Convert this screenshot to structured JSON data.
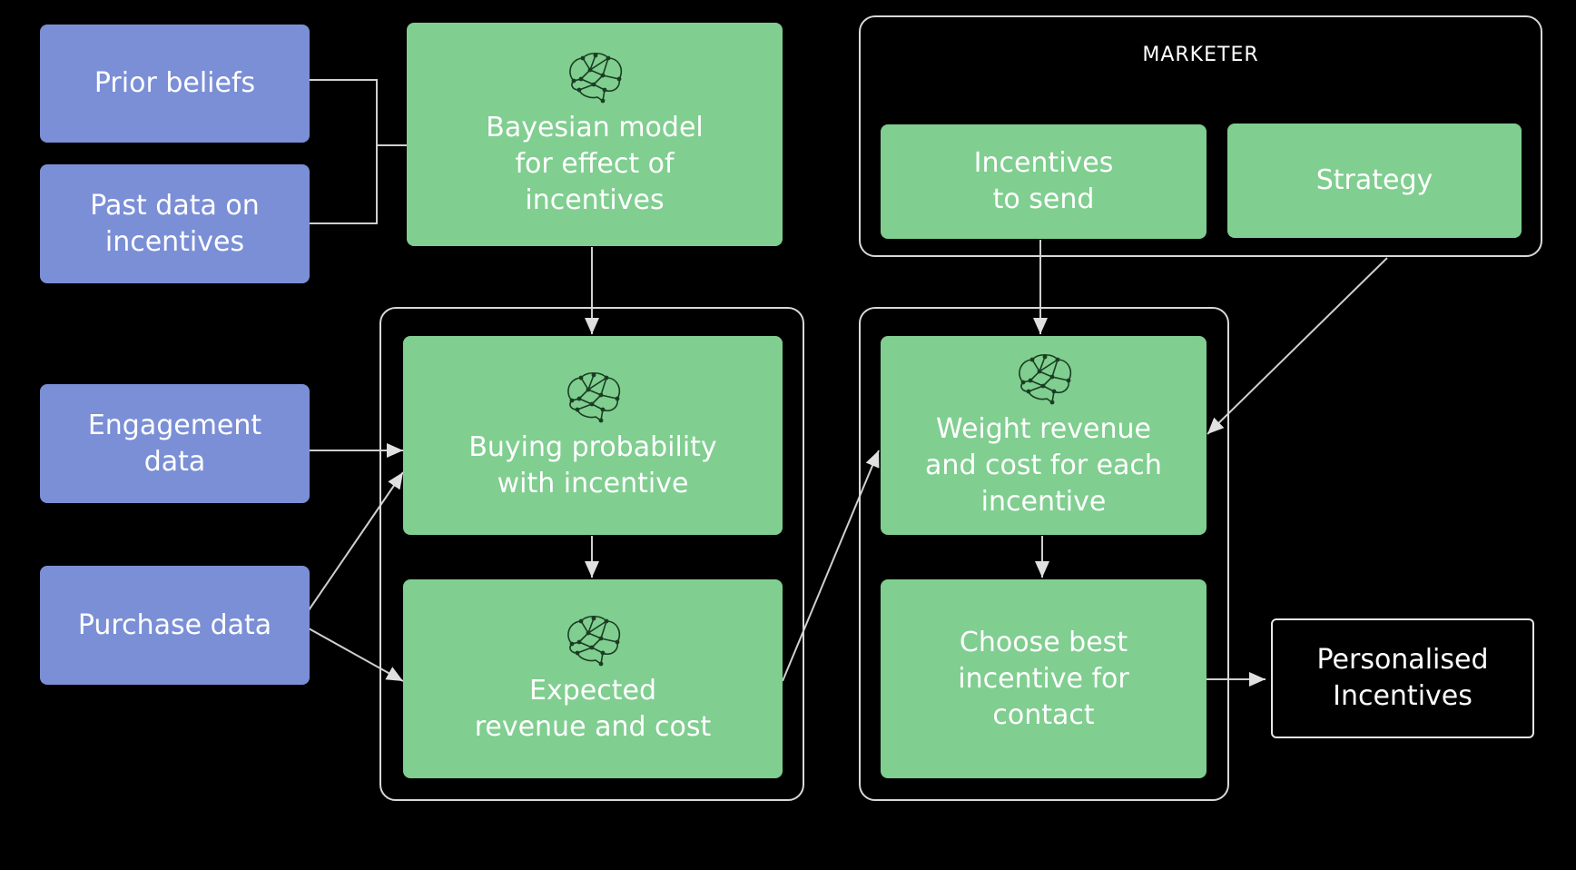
{
  "inputs": {
    "prior_beliefs": "Prior beliefs",
    "past_data": "Past data on\nincentives",
    "engagement": "Engagement\ndata",
    "purchase": "Purchase data"
  },
  "models": {
    "bayesian": "Bayesian model\nfor effect of\nincentives",
    "buying": "Buying probability\nwith incentive",
    "expected": "Expected\nrevenue and cost",
    "weight": "Weight revenue\nand cost for each\nincentive",
    "choose": "Choose best\nincentive for\ncontact"
  },
  "marketer": {
    "title": "MARKETER",
    "incentives": "Incentives\nto send",
    "strategy": "Strategy"
  },
  "output": {
    "personalised": "Personalised\nIncentives"
  },
  "icons": {
    "brain": "brain-network-icon"
  },
  "colors": {
    "input": "#7b8fd6",
    "model": "#80ce90",
    "background": "#000000",
    "lines": "#d8d8d8"
  }
}
